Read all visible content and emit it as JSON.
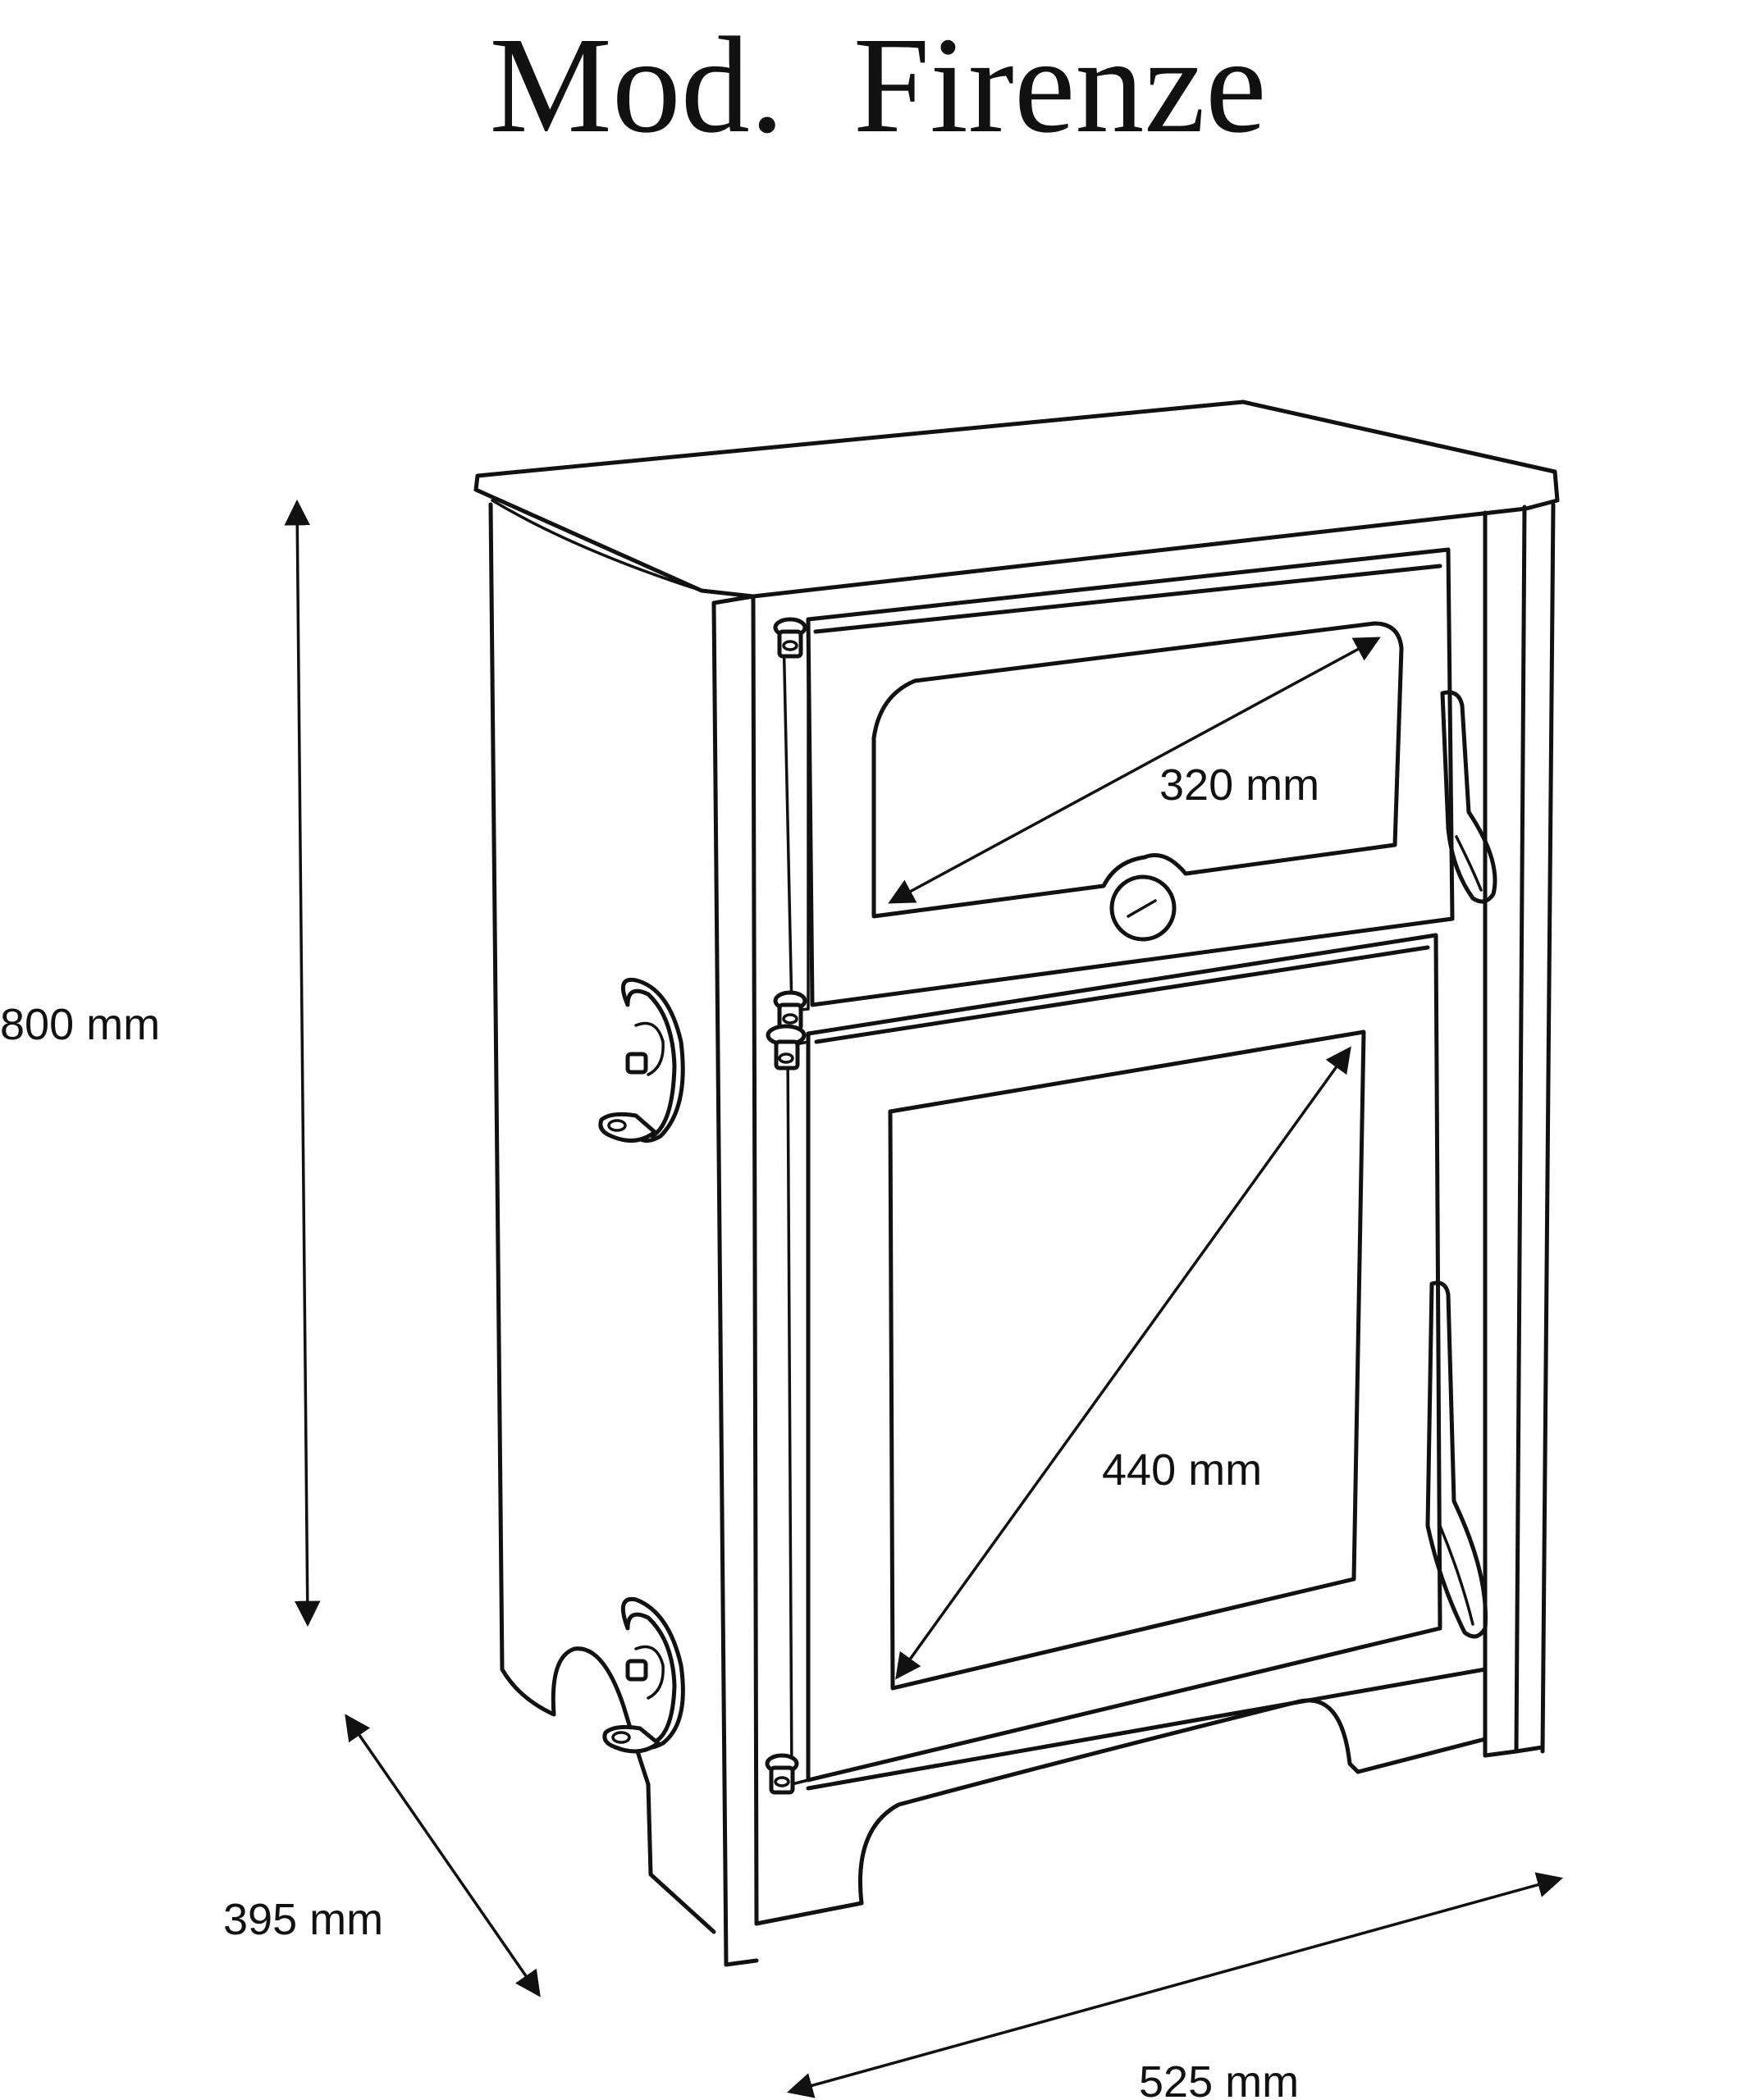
{
  "title": "Mod.  Firenze",
  "dimensions": {
    "height": "800 mm",
    "depth": "395 mm",
    "width": "525 mm",
    "oven_window": "320 mm",
    "fire_door_window": "440 mm"
  },
  "colors": {
    "line": "#111111",
    "background": "#ffffff"
  }
}
